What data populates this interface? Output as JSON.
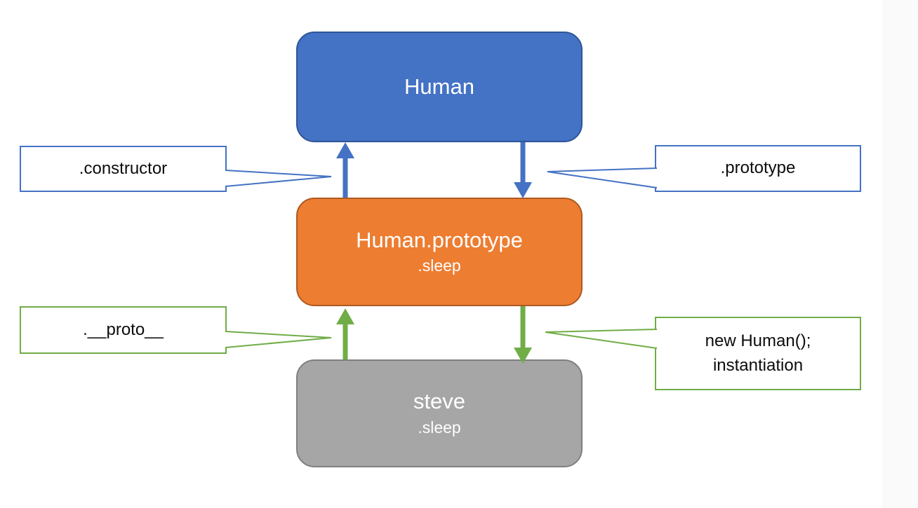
{
  "diagram": {
    "description": "JavaScript prototype chain diagram",
    "nodes": {
      "human": {
        "title": "Human"
      },
      "human_prototype": {
        "title": "Human.prototype",
        "member": ".sleep"
      },
      "steve": {
        "title": "steve",
        "member": ".sleep"
      }
    },
    "callouts": {
      "constructor": {
        "label": ".constructor"
      },
      "prototype": {
        "label": ".prototype"
      },
      "proto": {
        "label": ".__proto__"
      },
      "instantiation": {
        "line1": "new Human();",
        "line2": "instantiation"
      }
    },
    "relations": [
      {
        "from": "Human.prototype",
        "to": "Human",
        "label": ".constructor"
      },
      {
        "from": "Human",
        "to": "Human.prototype",
        "label": ".prototype"
      },
      {
        "from": "steve",
        "to": "Human.prototype",
        "label": ".__proto__"
      },
      {
        "from": "Human.prototype",
        "to": "steve",
        "label": "new Human(); instantiation"
      }
    ],
    "colors": {
      "node_blue_fill": "#4472C4",
      "node_blue_border": "#2F5597",
      "node_orange_fill": "#ED7D31",
      "node_orange_border": "#AE5A21",
      "node_gray_fill": "#A6A6A6",
      "node_gray_border": "#7F7F7F",
      "arrow_blue": "#4472C4",
      "arrow_green": "#70AD47",
      "callout_fill": "#ffffff",
      "callout_text": "#0c0c0c",
      "background": "#ffffff",
      "right_gutter": "#fafafa"
    }
  }
}
